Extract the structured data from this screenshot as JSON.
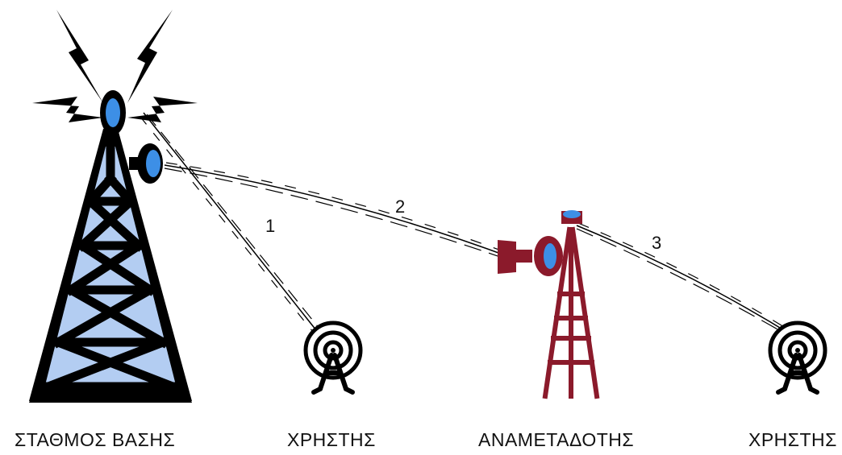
{
  "labels": {
    "base_station": "ΣΤΑΘΜΟΣ ΒΑΣΗΣ",
    "user_left": "ΧΡΗΣΤΗΣ",
    "repeater": "ΑΝΑΜΕΤΑΔΟΤΗΣ",
    "user_right": "ΧΡΗΣΤΗΣ"
  },
  "links": {
    "link1": "1",
    "link2": "2",
    "link3": "3"
  },
  "colors": {
    "tower_fill": "#b3cdf2",
    "antenna_blue": "#3d8fe6",
    "repeater_red": "#8b1a2b",
    "outline": "#000000"
  },
  "icons": [
    "lightning-bolt",
    "radio-tower",
    "satellite-dish",
    "user-terminal"
  ]
}
